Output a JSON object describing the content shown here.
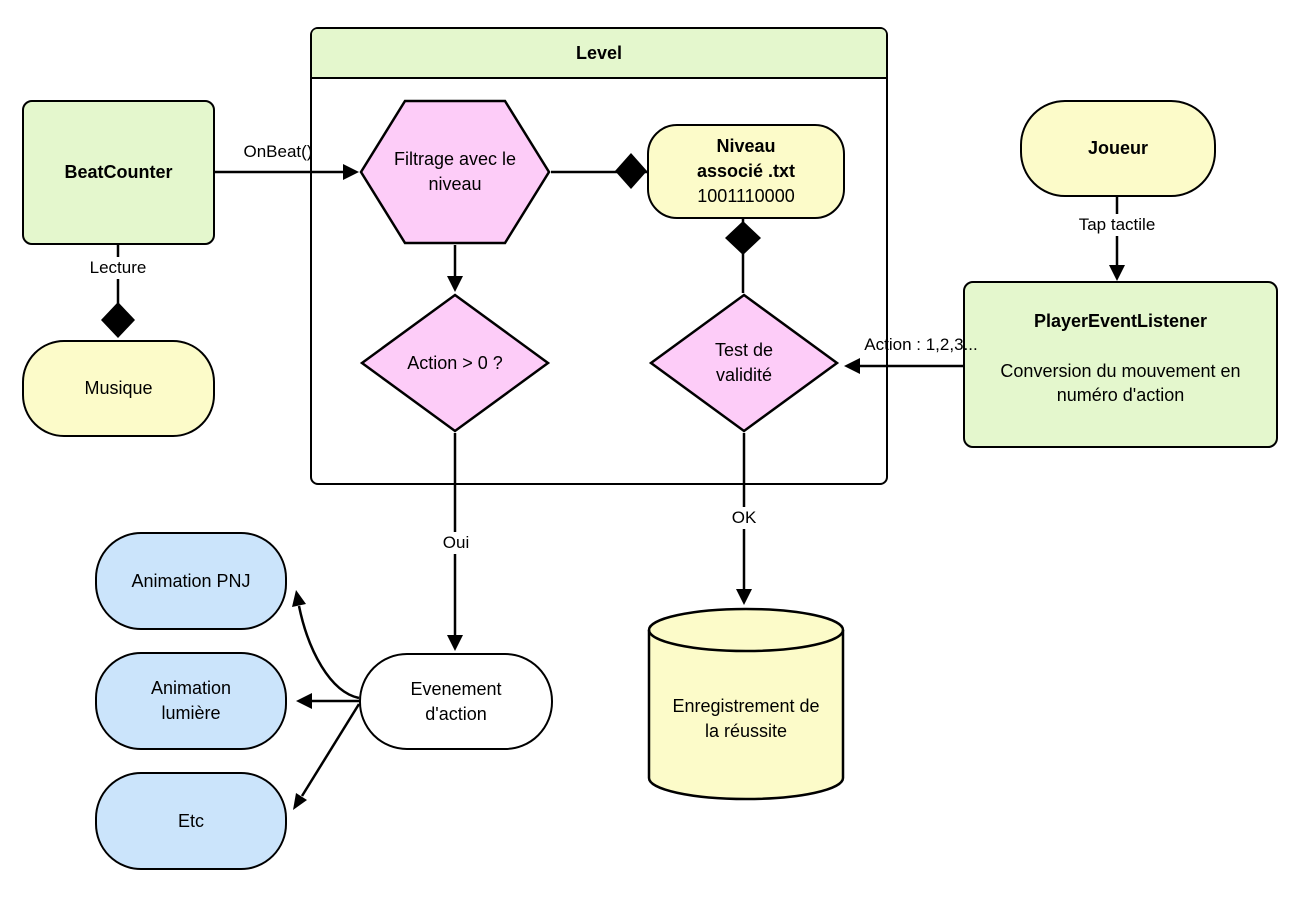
{
  "diagram": {
    "nodes": {
      "level": {
        "title": "Level"
      },
      "beat_counter": {
        "label": "BeatCounter"
      },
      "filtrage": {
        "lines": [
          "Filtrage avec le",
          "niveau"
        ]
      },
      "niveau_txt": {
        "bold_lines": [
          "Niveau",
          "associé .txt"
        ],
        "value": "1001110000"
      },
      "action_test": {
        "label": "Action > 0 ?"
      },
      "validite": {
        "lines": [
          "Test de",
          "validité"
        ]
      },
      "joueur": {
        "label": "Joueur"
      },
      "player_event_listener": {
        "title": "PlayerEventListener",
        "body_lines": [
          "Conversion du mouvement en",
          "numéro d'action"
        ]
      },
      "musique": {
        "label": "Musique"
      },
      "animation_pnj": {
        "label": "Animation PNJ"
      },
      "animation_lumiere": {
        "lines": [
          "Animation",
          "lumière"
        ]
      },
      "etc": {
        "label": "Etc"
      },
      "evenement": {
        "lines": [
          "Evenement",
          "d'action"
        ]
      },
      "enregistrement": {
        "lines": [
          "Enregistrement de",
          "la réussite"
        ]
      }
    },
    "edge_labels": {
      "on_beat": "OnBeat()",
      "lecture": "Lecture",
      "tap_tactile": "Tap tactile",
      "action_numbers": "Action : 1,2,3...",
      "oui": "Oui",
      "ok": "OK"
    },
    "colors": {
      "green": "#e4f7cd",
      "yellow": "#fcfbc9",
      "pink": "#fdccf8",
      "blue": "#cbe4fb",
      "white": "#ffffff",
      "stroke": "#000000"
    }
  }
}
